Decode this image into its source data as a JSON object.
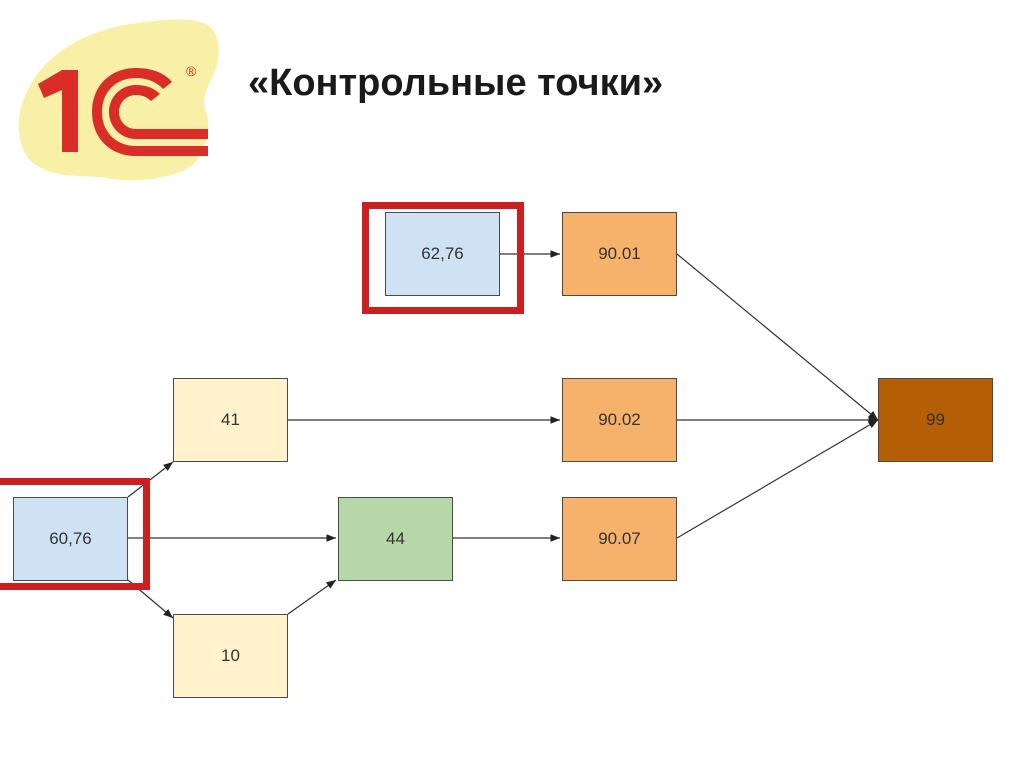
{
  "title": "«Контрольные точки»",
  "logo": {
    "text": "1С",
    "registered": "®",
    "icon": "1c-logo"
  },
  "colors": {
    "light_blue": "#cfe2f3",
    "light_yellow": "#fff2cc",
    "light_green": "#b6d7a8",
    "light_orange": "#f6b26b",
    "dark_brown": "#b45f06",
    "highlight_red": "#cc1f1f",
    "logo_red": "#d92d27",
    "logo_yellow": "#f7f0a6"
  },
  "nodes": {
    "n6276": {
      "label": "62,76",
      "fill": "#cfe2f3"
    },
    "n9001": {
      "label": "90.01",
      "fill": "#f6b26b"
    },
    "n41": {
      "label": "41",
      "fill": "#fff2cc"
    },
    "n9002": {
      "label": "90.02",
      "fill": "#f6b26b"
    },
    "n99": {
      "label": "99",
      "fill": "#b45f06"
    },
    "n6076": {
      "label": "60,76",
      "fill": "#cfe2f3"
    },
    "n44": {
      "label": "44",
      "fill": "#b6d7a8"
    },
    "n9007": {
      "label": "90.07",
      "fill": "#f6b26b"
    },
    "n10": {
      "label": "10",
      "fill": "#fff2cc"
    }
  },
  "edges": [
    {
      "from": "62,76",
      "to": "90.01"
    },
    {
      "from": "90.01",
      "to": "99"
    },
    {
      "from": "60,76",
      "to": "41"
    },
    {
      "from": "41",
      "to": "90.02"
    },
    {
      "from": "90.02",
      "to": "99"
    },
    {
      "from": "60,76",
      "to": "44"
    },
    {
      "from": "44",
      "to": "90.07"
    },
    {
      "from": "90.07",
      "to": "99"
    },
    {
      "from": "60,76",
      "to": "10"
    },
    {
      "from": "10",
      "to": "44"
    }
  ],
  "highlighted": [
    "62,76",
    "60,76"
  ]
}
